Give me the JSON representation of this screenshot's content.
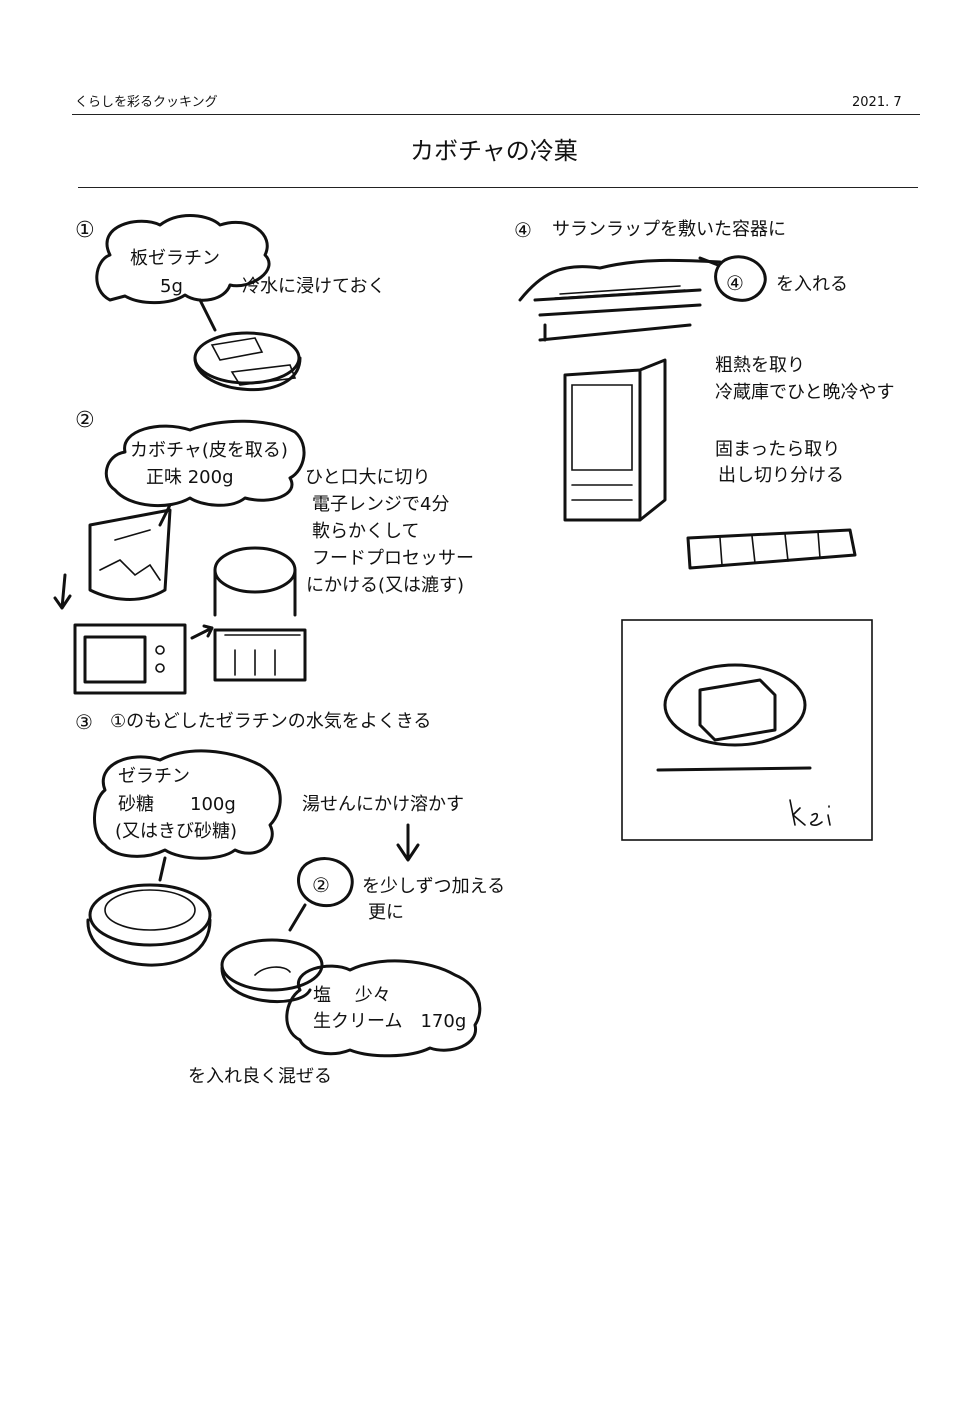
{
  "header": {
    "series": "くらしを彩るクッキング",
    "date": "2021. 7"
  },
  "title": "カボチャの冷菓",
  "step1": {
    "number": "①",
    "bubble": [
      "板ゼラチン",
      "5g"
    ],
    "text": "冷水に浸けておく"
  },
  "step2": {
    "number": "②",
    "bubble": [
      "カボチャ(皮を取る)",
      "正味 200g"
    ],
    "text": [
      "ひと口大に切り",
      "電子レンジで4分",
      "軟らかくして",
      "フードプロセッサー",
      "にかける(又は漉す)"
    ]
  },
  "step3": {
    "number": "③",
    "heading": "①のもどしたゼラチンの水気をよくきる",
    "bubble": [
      "ゼラチン",
      "砂糖　　100g",
      "(又はきび砂糖)"
    ],
    "text1": "湯せんにかけ溶かす",
    "ref_bubble": "②",
    "text2": [
      "を少しずつ加える",
      "更に"
    ],
    "bubble2": [
      "塩　 少々",
      "生クリーム　170g"
    ],
    "text3": "を入れ良く混ぜる"
  },
  "step4": {
    "number": "④",
    "heading": "サランラップを敷いた容器に",
    "ref_bubble": "④",
    "text1": "を入れる",
    "text2": [
      "粗熱を取り",
      "冷蔵庫でひと晩冷やす"
    ],
    "text3": [
      "固まったら取り",
      "出し切り分ける"
    ]
  },
  "signature": "Kei"
}
